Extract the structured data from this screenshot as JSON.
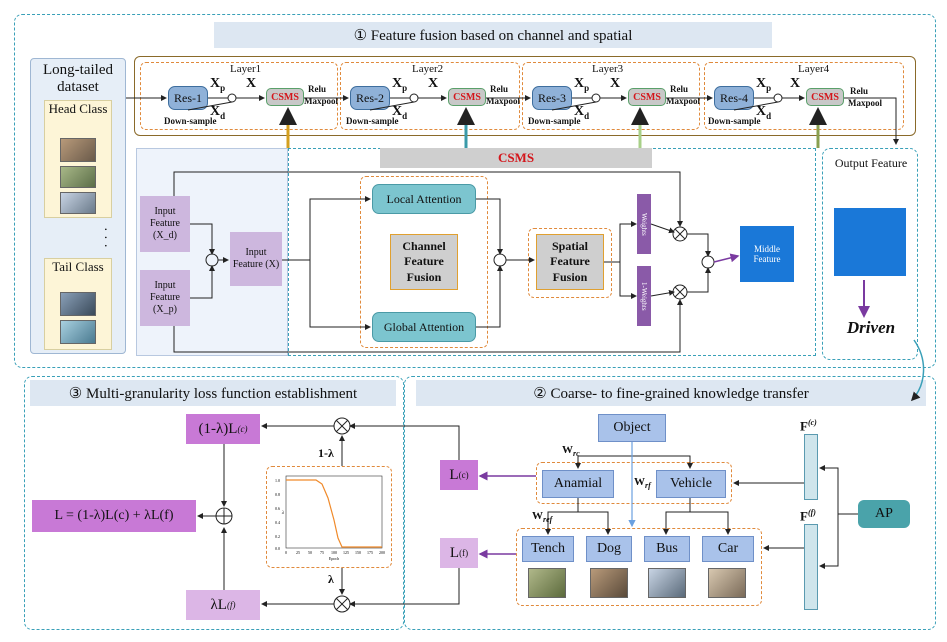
{
  "section1": {
    "title": "① Feature fusion based on channel and spatial",
    "dataset": {
      "title": "Long-tailed dataset",
      "head": "Head Class",
      "dots": "·  ·  ·",
      "tail": "Tail Class"
    },
    "layers": [
      {
        "name": "Layer1",
        "res": "Res-1"
      },
      {
        "name": "Layer2",
        "res": "Res-2"
      },
      {
        "name": "Layer3",
        "res": "Res-3"
      },
      {
        "name": "Layer4",
        "res": "Res-4"
      }
    ],
    "csms_label": "CSMS",
    "relu": "Relu",
    "maxpool": "Maxpool",
    "downsample": "Down-sample",
    "xp": "X",
    "xp_sub": "p",
    "xd": "X",
    "xd_sub": "d",
    "x": "X",
    "csms_banner": "CSMS",
    "input_d": "Input Feature (X_d)",
    "input_p": "Input Feature (X_p)",
    "input_x": "Input Feature (X)",
    "local_attention": "Local Attention",
    "global_attention": "Global Attention",
    "channel_fusion": "Channel Feature Fusion",
    "spatial_fusion": "Spatial Feature Fusion",
    "weights1": "Weights",
    "weights2": "1-Weights",
    "middle_feature": "Middle Feature",
    "output_feature": "Output Feature",
    "driven": "Driven"
  },
  "section2": {
    "title": "② Coarse- to fine-grained knowledge transfer",
    "object": "Object",
    "coarse": [
      "Anamial",
      "Vehicle"
    ],
    "fine": [
      "Tench",
      "Dog",
      "Bus",
      "Car"
    ],
    "w_rc": "W",
    "w_rc_sub": "rc",
    "w_rf": "W",
    "w_rf_sub": "rf",
    "w_ref": "W",
    "w_ref_sub": "ref",
    "f_c": "F",
    "f_c_sup": "(c)",
    "f_f": "F",
    "f_f_sup": "(f)",
    "ap": "AP",
    "l_c": "L",
    "l_c_sup": "(c)",
    "l_f": "L",
    "l_f_sup": "(f)"
  },
  "section3": {
    "title": "③ Multi-granularity loss function establishment",
    "top_loss": "(1-λ)L",
    "top_loss_sup": "(c)",
    "bottom_loss": "λL",
    "bottom_loss_sup": "(f)",
    "total_loss": "L = (1-λ)L(c) + λL(f)",
    "one_minus_lambda": "1-λ",
    "lambda": "λ",
    "plot": {
      "ylabel": "λ",
      "xlabel": "Epoch",
      "yticks": [
        "1.0",
        "0.8",
        "0.6",
        "0.4",
        "0.2",
        "0.0"
      ],
      "xticks": [
        "0",
        "25",
        "50",
        "75",
        "100",
        "125",
        "150",
        "175",
        "200"
      ]
    }
  },
  "colors": {
    "teal": "#3aa0b8",
    "orange": "#e08a3c",
    "purple": "#c879d6",
    "csms_red": "#d4161c",
    "blue_node": "#a9c2ea"
  }
}
